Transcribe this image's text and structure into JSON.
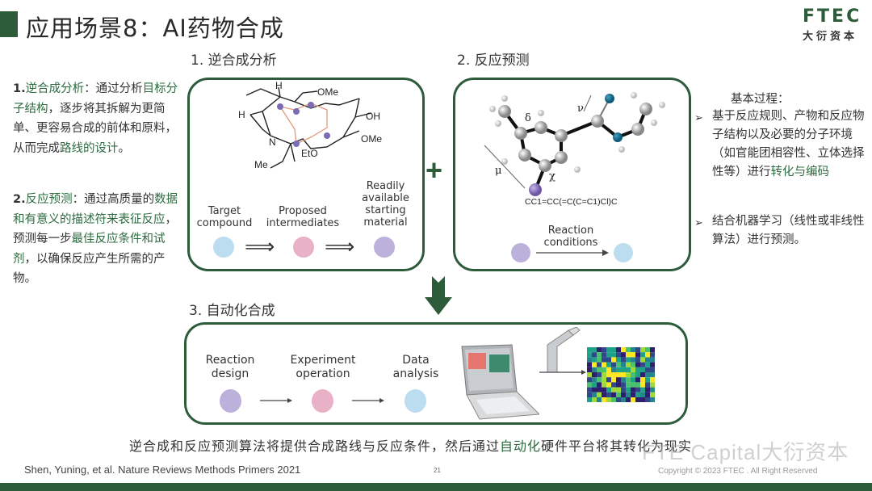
{
  "header": {
    "title": "应用场景8：AI药物合成",
    "logo_en": "FTEC",
    "logo_cn": "大衍资本"
  },
  "left_text": {
    "p1": {
      "num": "1.",
      "parts": [
        "逆合成分析",
        "：通过分析",
        "目标分子结构",
        "，逐步将其拆解为更简单、更容易合成的前体和原料，从而完成",
        "路线的设计",
        "。"
      ]
    },
    "p2": {
      "num": "2.",
      "parts": [
        "反应预测",
        "：通过高质量的",
        "数据和有意义的描述符来表征反应",
        "，预测每一步",
        "最佳反应条件和试剂",
        "，以确保反应产生所需的产物。"
      ]
    }
  },
  "sections": {
    "retro": {
      "heading": "1. 逆合成分析",
      "molecule_labels": [
        "H",
        "OMe",
        "H",
        "OH",
        "N",
        "OMe",
        "EtO",
        "Me"
      ],
      "steps": [
        {
          "label_lines": [
            "Target",
            "compound"
          ],
          "color": "#bcdcef"
        },
        {
          "label_lines": [
            "Proposed",
            "intermediates"
          ],
          "color": "#e9b1c6"
        },
        {
          "label_lines": [
            "Readily",
            "available",
            "starting",
            "material"
          ],
          "color": "#bcb1da"
        }
      ],
      "arrow_glyph": "⟹"
    },
    "prediction": {
      "heading": "2.  反应预测",
      "symbols": {
        "delta": "δ",
        "nu": "ν",
        "mu": "μ",
        "chi": "χ"
      },
      "smiles": "CC1=CC(=C(C=C1)Cl)C",
      "reaction_label_lines": [
        "Reaction",
        "conditions"
      ]
    },
    "automation": {
      "heading": "3.  自动化合成",
      "steps": [
        {
          "label_lines": [
            "Reaction",
            "design"
          ],
          "color": "#bcb1da"
        },
        {
          "label_lines": [
            "Experiment",
            "operation"
          ],
          "color": "#e9b1c6"
        },
        {
          "label_lines": [
            "Data",
            "analysis"
          ],
          "color": "#bcdcef"
        }
      ]
    },
    "plus_symbol": "+"
  },
  "right_text": {
    "heading": "基本过程：",
    "bullet_glyph": "➢",
    "bullets": [
      {
        "parts": [
          "基于反应规则、产物和反应物子结构以及必要的分子环境（如官能团相容性、立体选择性等）进行",
          "转化与编码"
        ]
      },
      {
        "parts": [
          "结合机器学习（线性或非线性算法）进行预测。"
        ]
      }
    ]
  },
  "footer": {
    "summary_parts": [
      "逆合成和反应预测算法将提供合成路线与反应条件，然后通过",
      "自动化",
      "硬件平台将其转化为现实"
    ],
    "citation": "Shen, Yuning, et al. Nature Reviews Methods Primers 2021",
    "page_number": "21",
    "copyright": "Copyright © 2023 FTEC . All Right Reserved",
    "watermark": "FTE Capital大衍资本"
  },
  "colors": {
    "brand_green": "#2c5c3a",
    "highlight_green": "#2c6b3f"
  }
}
